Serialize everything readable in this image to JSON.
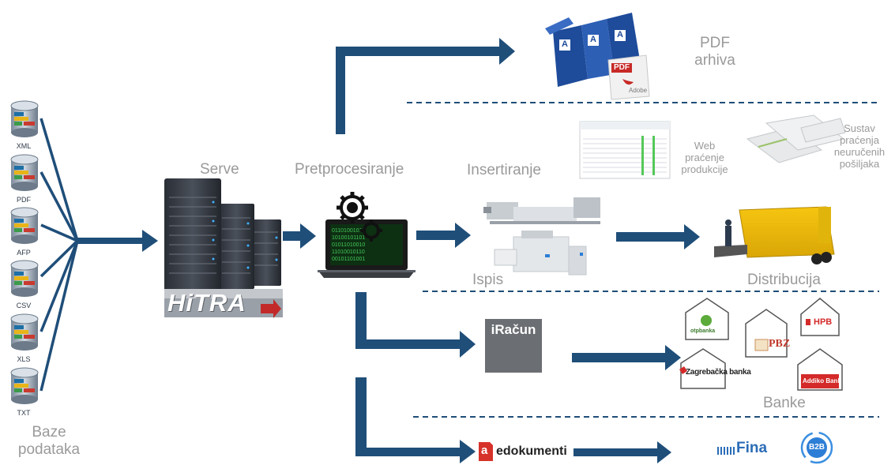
{
  "sources": {
    "items": [
      "XML",
      "PDF",
      "AFP",
      "CSV",
      "XLS",
      "TXT"
    ],
    "caption_line1": "Baze",
    "caption_line2": "podataka"
  },
  "stages": {
    "serve": "Serve",
    "hitra_logo": "HiTRA",
    "preprocessing": "Pretprocesiranje",
    "insertion": "Insertiranje",
    "print": "Ispis",
    "distribution": "Distribucija"
  },
  "pdf_archive": {
    "line1": "PDF",
    "line2": "arhiva",
    "folder_letter": "A",
    "doc_badge": "PDF",
    "doc_brand": "Adobe"
  },
  "web_tracking": {
    "line1": "Web",
    "line2": "praćenje",
    "line3": "produkcije"
  },
  "mail_tracking": {
    "line1": "Sustav",
    "line2": "praćenja",
    "line3": "neuručenih",
    "line4": "pošiljaka"
  },
  "eracun": {
    "label": "iRačun"
  },
  "banks": {
    "caption": "Banke",
    "names": [
      "otpbanka",
      "HPB",
      "PBZ",
      "Zagrebačka banka",
      "Addiko Bank"
    ]
  },
  "edokumenti": {
    "label": "edokumenti",
    "glyph": "a"
  },
  "b2b": {
    "fina": "Fina",
    "b2b": "B2B"
  },
  "colors": {
    "arrow": "#1f4e79",
    "dashed": "#1f4e79",
    "label_grey": "#9a9a9a"
  }
}
